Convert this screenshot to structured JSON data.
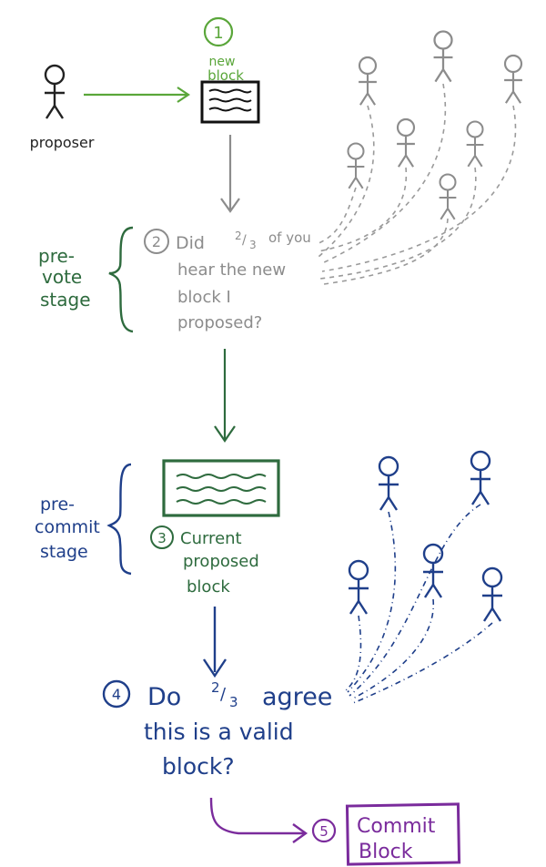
{
  "colors": {
    "black": "#222222",
    "light_green": "#5aa63a",
    "gray": "#8c8c8c",
    "dark_green": "#2e6b3e",
    "blue": "#1f3f8a",
    "purple": "#7a2b9c"
  },
  "step1": {
    "number": "1",
    "label_line1": "new",
    "label_line2": "block"
  },
  "proposer": {
    "label": "proposer"
  },
  "prevote": {
    "stage_line1": "pre-",
    "stage_line2": "vote",
    "stage_line3": "stage",
    "number": "2",
    "text_line1": "Did",
    "fraction_num": "2",
    "fraction_den": "3",
    "text_line1_rest": "of you",
    "text_line2": "hear the new",
    "text_line3": "block I",
    "text_line4": "proposed?"
  },
  "precommit": {
    "stage_line1": "pre-",
    "stage_line2": "commit",
    "stage_line3": "stage",
    "number": "3",
    "text_line1": "Current",
    "text_line2": "proposed",
    "text_line3": "block"
  },
  "step4": {
    "number": "4",
    "text_line1": "Do",
    "fraction_num": "2",
    "fraction_den": "3",
    "text_line1_rest": "agree",
    "text_line2": "this is a valid",
    "text_line3": "block?"
  },
  "step5": {
    "number": "5",
    "text_line1": "Commit",
    "text_line2": "Block"
  }
}
